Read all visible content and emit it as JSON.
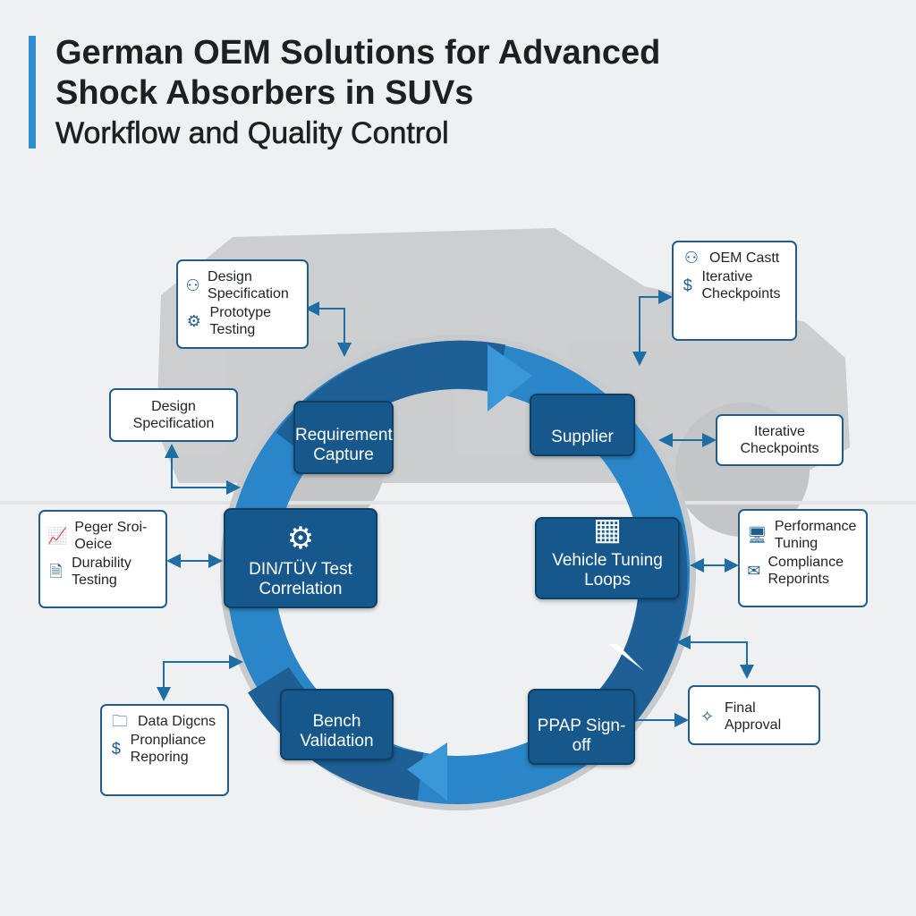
{
  "title": {
    "line1": "German OEM Solutions for Advanced",
    "line2": "Shock Absorbers in SUVs",
    "line3": "Workflow and Quality Control"
  },
  "colors": {
    "accent": "#2e8fd0",
    "node": "#17588c",
    "ring_light": "#3a98d8",
    "ring_dark": "#1e5f95"
  },
  "nodes": {
    "requirement": "Requirement Capture",
    "supplier": "Supplier",
    "din": "DIN/TÜV Test Correlation",
    "vehicle": "Vehicle Tuning Loops",
    "bench": "Bench Validation",
    "ppap": "PPAP Sign-off"
  },
  "boxes": {
    "top_left": [
      "Design Specification",
      "Prototype Testing"
    ],
    "left": "Design Specification",
    "left_mid": [
      "Peger Sroi-Oeice",
      "Durability Testing"
    ],
    "bottom_left": [
      "Data Digcns",
      "Pronpliance Reporing"
    ],
    "top_right": [
      "OEM Castt",
      "Iterative Checkpoints"
    ],
    "right": "Iterative Checkpoints",
    "right_mid": [
      "Performance Tuning",
      "Compliance Reporints"
    ],
    "bottom_right": "Final Approval"
  }
}
